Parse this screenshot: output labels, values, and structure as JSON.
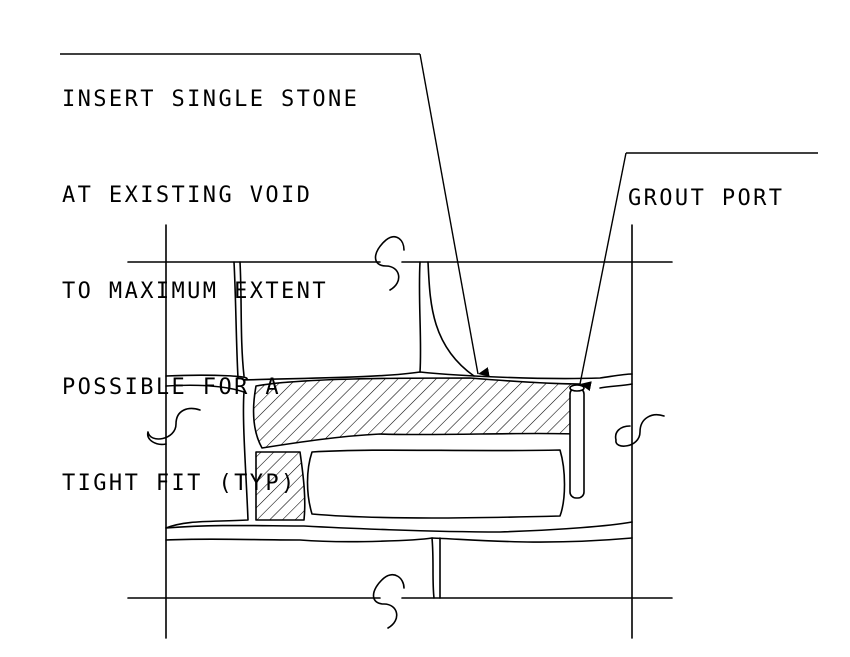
{
  "callouts": {
    "stone_note": {
      "lines": [
        "INSERT SINGLE STONE",
        "AT EXISTING VOID",
        "TO MAXIMUM EXTENT",
        "POSSIBLE FOR A",
        "TIGHT FIT (TYP)"
      ]
    },
    "grout_port": {
      "label": "GROUT PORT"
    }
  },
  "style": {
    "line_color": "#000000",
    "background": "#ffffff"
  }
}
